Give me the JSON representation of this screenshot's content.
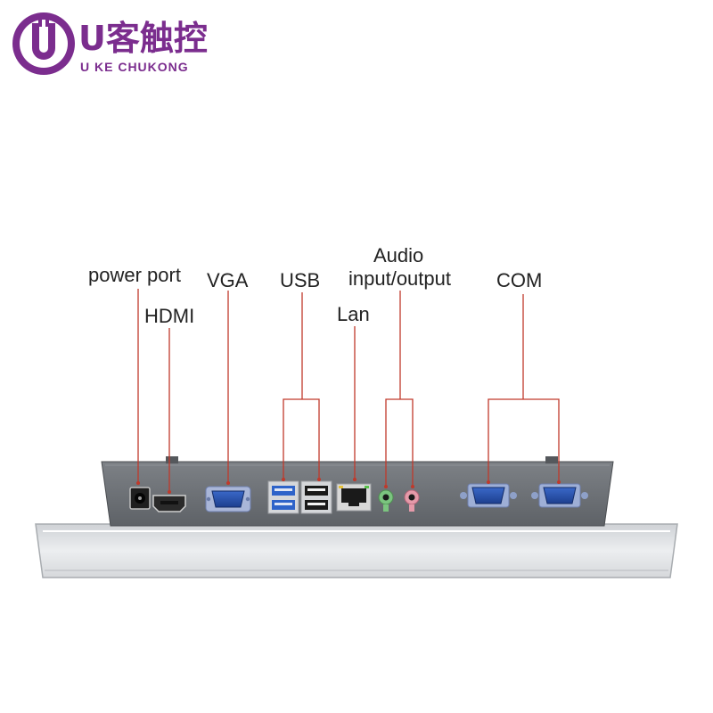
{
  "brand": {
    "name": "U客触控",
    "tagline": "U KE CHUKONG",
    "logo_icon": "u-plug-logo",
    "color": "#7b2d8e"
  },
  "callout_color": "#c0392b",
  "labels": {
    "power_port": "power port",
    "hdmi": "HDMI",
    "vga": "VGA",
    "usb": "USB",
    "lan": "Lan",
    "audio_line1": "Audio",
    "audio_line2": "input/output",
    "com": "COM"
  },
  "ports": [
    {
      "name": "power port",
      "icon": "dc-jack-icon"
    },
    {
      "name": "HDMI",
      "icon": "hdmi-port-icon"
    },
    {
      "name": "VGA",
      "icon": "vga-port-icon"
    },
    {
      "name": "USB",
      "icon": "usb-port-icon"
    },
    {
      "name": "Lan",
      "icon": "rj45-port-icon"
    },
    {
      "name": "Audio",
      "icon": "audio-jack-icon"
    },
    {
      "name": "COM",
      "icon": "db9-port-icon"
    }
  ]
}
